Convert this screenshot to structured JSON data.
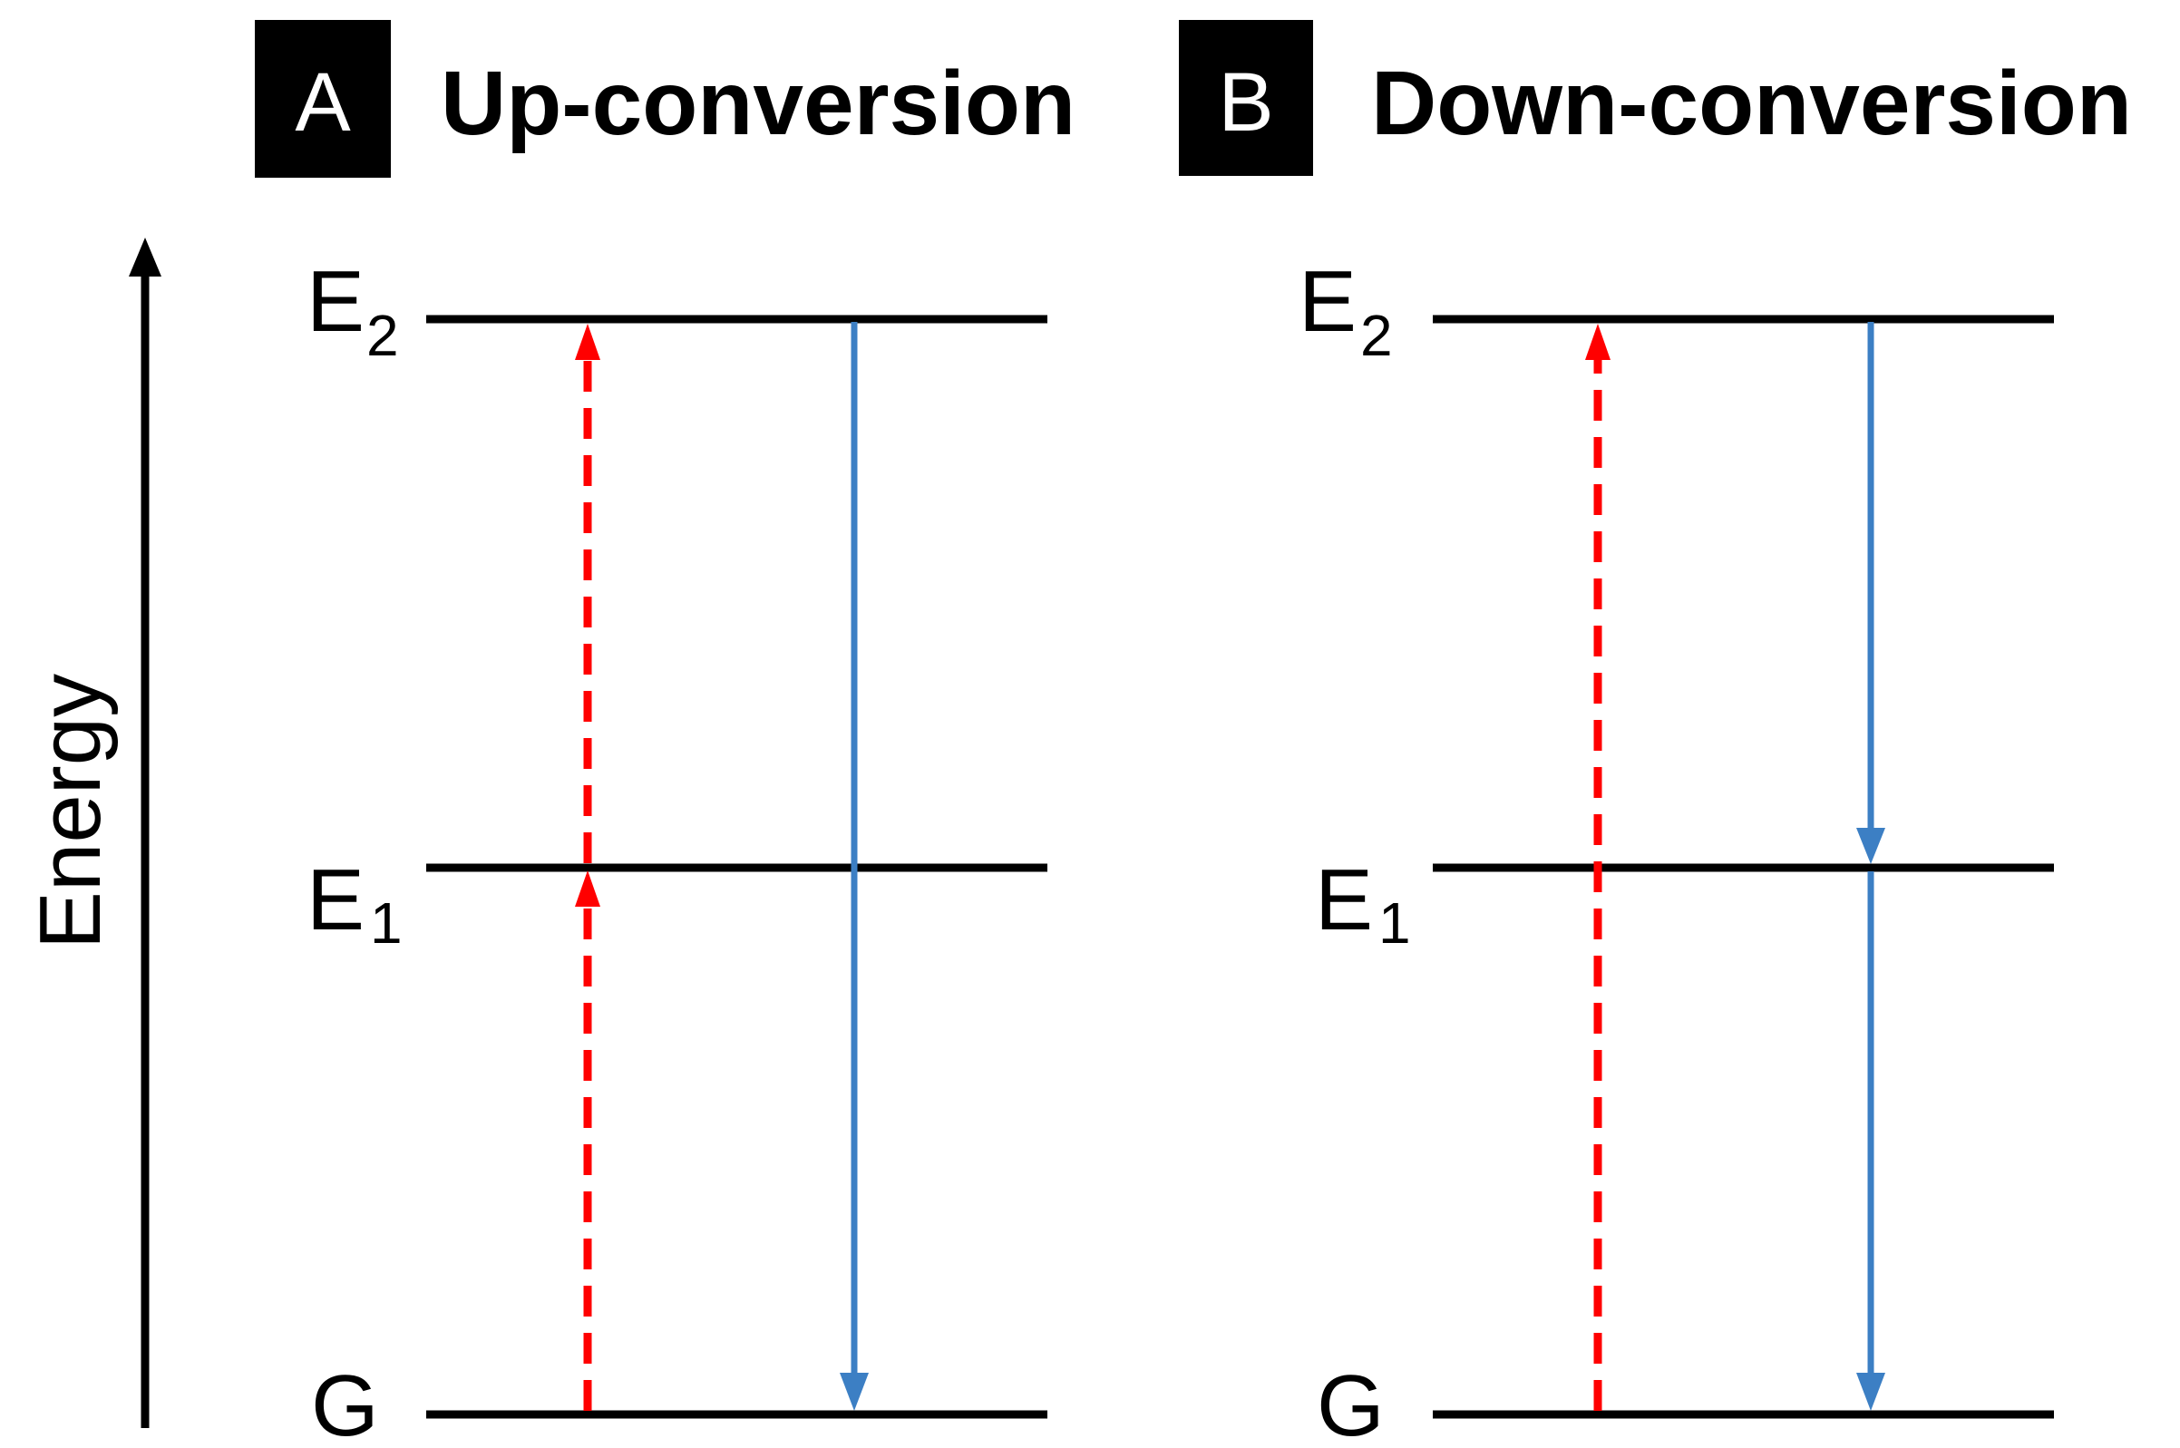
{
  "axis": {
    "label": "Energy"
  },
  "panels": [
    {
      "badge": "A",
      "title": "Up-conversion",
      "levels": [
        {
          "letter": "E",
          "sub": "2"
        },
        {
          "letter": "E",
          "sub": "1"
        },
        {
          "letter": "G",
          "sub": ""
        }
      ]
    },
    {
      "badge": "B",
      "title": "Down-conversion",
      "levels": [
        {
          "letter": "E",
          "sub": "2"
        },
        {
          "letter": "E",
          "sub": "1"
        },
        {
          "letter": "G",
          "sub": ""
        }
      ]
    }
  ],
  "colors": {
    "excitation": "#ff0000",
    "emission": "#3c7fc4",
    "line": "#000000"
  }
}
